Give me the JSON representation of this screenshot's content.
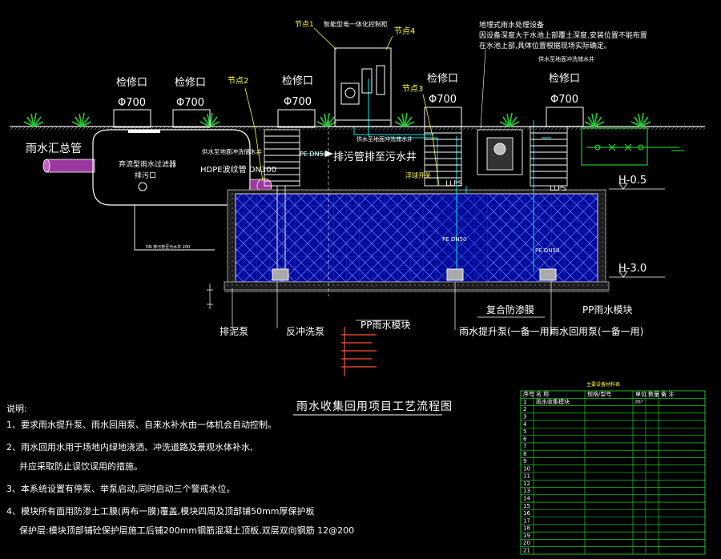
{
  "title": "雨水收集回用项目工艺流程图",
  "labels": {
    "inspection_port": "检修口",
    "diameter": "Φ700",
    "rain_main_pipe": "雨水汇总管",
    "filter": "弃流型雨水过滤器",
    "filter_outlet": "排污口",
    "hdpe_pipe": "HDPE波纹管 DN300",
    "pe_dn50": "PE DN50",
    "sewage_well": "排污管排至污水井",
    "node1": "节点1",
    "node2": "节点2",
    "node3": "节点3",
    "node4": "节点4",
    "control_box": "智能型电一体化控制柜",
    "equipment_note_title": "地埋式雨水处理设备",
    "equipment_note_1": "因设备深度大于水池上部覆土深度,安装位置不能布置",
    "equipment_note_2": "在水池上部,具体位置根据现场实际确定。",
    "supply_lighting": "供水至地面冲洗储水井",
    "supply_lighting2": "供水至地面冲洗储水井",
    "supply_lighting3": "供水至地面冲洗储水井",
    "float_switch": "浮球开关",
    "lps": "LLPS",
    "h_top": "H-0.5",
    "h_bottom": "H-3.0",
    "composite_membrane": "复合防渗膜",
    "pp_module_right": "PP雨水模块",
    "pp_module_center": "PP雨水模块",
    "sludge_pump": "排泥泵",
    "backwash_pump": "反冲洗泵",
    "lift_pump": "雨水提升泵(一备一用)",
    "reuse_pump": "雨水回用泵(一备一用)"
  },
  "notes": {
    "heading": "说明:",
    "n1": "1、要求雨水提升泵、雨水回用泵、自来水补水由一体机会自动控制。",
    "n2": "2、雨水回用水用于场地内绿地浇洒、冲洗道路及景观水体补水,",
    "n2b": "并应采取防止误饮误用的措施。",
    "n3": "3、本系统设置有停泵、举泵启动,同时启动三个警戒水位。",
    "n4": "4、模块所有面用防渗土工膜(两布一膜)覆盖,模块四周及顶部铺50mm厚保护板",
    "n5": "保护层:模块顶部铺砼保护层施工后铺200mm钢筋混凝土顶板,双层双向钢筋 12@200"
  },
  "table": {
    "title": "主要设备材料表",
    "headers": [
      "序号",
      "名 称",
      "规格/型号",
      "单位",
      "数量",
      "备 注"
    ],
    "rows": [
      [
        "1",
        "雨水收集模块",
        "",
        "m³",
        "",
        ""
      ],
      [
        "2",
        "",
        "",
        "",
        "",
        ""
      ],
      [
        "3",
        "",
        "",
        "",
        "",
        ""
      ],
      [
        "4",
        "",
        "",
        "",
        "",
        ""
      ],
      [
        "5",
        "",
        "",
        "",
        "",
        ""
      ],
      [
        "6",
        "",
        "",
        "",
        "",
        ""
      ],
      [
        "7",
        "",
        "",
        "",
        "",
        ""
      ],
      [
        "8",
        "",
        "",
        "",
        "",
        ""
      ],
      [
        "9",
        "",
        "",
        "",
        "",
        ""
      ],
      [
        "10",
        "",
        "",
        "",
        "",
        ""
      ],
      [
        "11",
        "",
        "",
        "",
        "",
        ""
      ],
      [
        "12",
        "",
        "",
        "",
        "",
        ""
      ],
      [
        "13",
        "",
        "",
        "",
        "",
        ""
      ],
      [
        "14",
        "",
        "",
        "",
        "",
        ""
      ],
      [
        "15",
        "",
        "",
        "",
        "",
        ""
      ],
      [
        "16",
        "",
        "",
        "",
        "",
        ""
      ],
      [
        "17",
        "",
        "",
        "",
        "",
        ""
      ],
      [
        "18",
        "",
        "",
        "",
        "",
        ""
      ],
      [
        "19",
        "",
        "",
        "",
        "",
        ""
      ],
      [
        "20",
        "",
        "",
        "",
        "",
        ""
      ],
      [
        "21",
        "",
        "",
        "",
        "",
        ""
      ]
    ]
  }
}
